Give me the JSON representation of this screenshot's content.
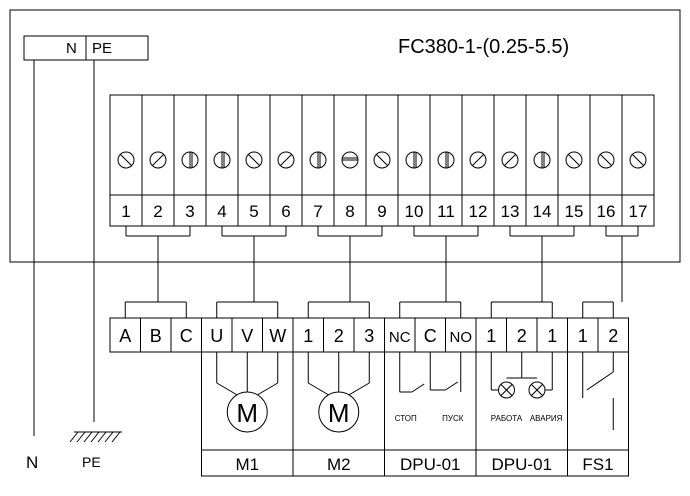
{
  "device": {
    "model": "FC380-1-(0.25-5.5)",
    "n_label": "N",
    "pe_label": "PE"
  },
  "terminals": [
    "1",
    "2",
    "3",
    "4",
    "5",
    "6",
    "7",
    "8",
    "9",
    "10",
    "11",
    "12",
    "13",
    "14",
    "15",
    "16",
    "17"
  ],
  "screw_types": [
    "x",
    "/",
    "|",
    "|",
    "x",
    "/",
    "|",
    "-",
    "x",
    "|",
    "|",
    "/",
    "/",
    "|",
    "x",
    "x",
    "x"
  ],
  "ground": {
    "n_label": "N",
    "pe_label": "PE"
  },
  "groups": [
    {
      "name": "M1",
      "pins": [
        "U",
        "V",
        "W"
      ],
      "kind": "motor",
      "symbol": "M",
      "from": [
        4,
        6
      ]
    },
    {
      "name": "M2",
      "pins": [
        "1",
        "2",
        "3"
      ],
      "kind": "motor",
      "symbol": "M",
      "from": [
        7,
        9
      ]
    },
    {
      "name": "DPU-01",
      "pins": [
        "NC",
        "C",
        "NO"
      ],
      "kind": "buttons",
      "labels": [
        "СТОП",
        "ПУСК"
      ],
      "from": [
        10,
        12
      ]
    },
    {
      "name": "DPU-01",
      "pins": [
        "1",
        "2",
        "1"
      ],
      "kind": "lamps",
      "labels": [
        "РАБОТА",
        "АВАРИЯ"
      ],
      "from": [
        13,
        15
      ]
    },
    {
      "name": "FS1",
      "pins": [
        "1",
        "2"
      ],
      "kind": "switch",
      "from": [
        16,
        17
      ]
    }
  ],
  "supply": {
    "pins": [
      "A",
      "B",
      "C"
    ],
    "from": [
      1,
      3
    ]
  }
}
